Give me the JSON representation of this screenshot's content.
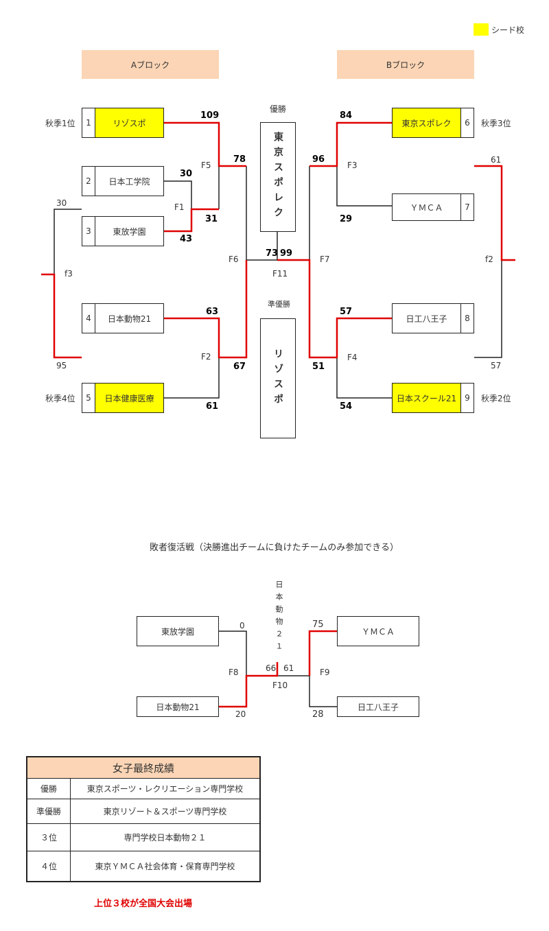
{
  "legend": {
    "seed_label": "シード校",
    "seed_color": "#ffff00"
  },
  "blocks": {
    "a": "Aブロック",
    "b": "Bブロック"
  },
  "center": {
    "winner_caption": "優勝",
    "winner_name": "東京スポレク",
    "runnerup_caption": "準優勝",
    "runnerup_name": "リゾスポ"
  },
  "teams": [
    {
      "no": "1",
      "name": "リゾスポ",
      "seed": true,
      "rank_note": "秋季1位"
    },
    {
      "no": "2",
      "name": "日本工学院",
      "seed": false,
      "rank_note": ""
    },
    {
      "no": "3",
      "name": "東放学園",
      "seed": false,
      "rank_note": ""
    },
    {
      "no": "4",
      "name": "日本動物21",
      "seed": false,
      "rank_note": ""
    },
    {
      "no": "5",
      "name": "日本健康医療",
      "seed": true,
      "rank_note": "秋季4位"
    },
    {
      "no": "6",
      "name": "東京スポレク",
      "seed": true,
      "rank_note": "秋季3位"
    },
    {
      "no": "7",
      "name": "ＹＭＣＡ",
      "seed": false,
      "rank_note": ""
    },
    {
      "no": "8",
      "name": "日工八王子",
      "seed": false,
      "rank_note": ""
    },
    {
      "no": "9",
      "name": "日本スクール21",
      "seed": true,
      "rank_note": "秋季2位"
    }
  ],
  "games": {
    "F1": {
      "label": "F1",
      "top": "30",
      "bottom": "43",
      "win": "31"
    },
    "F2": {
      "label": "F2",
      "top": "63",
      "bottom": "61",
      "win": "67"
    },
    "F3": {
      "label": "F3",
      "top": "84",
      "bottom": "29",
      "win": "96"
    },
    "F4": {
      "label": "F4",
      "top": "57",
      "bottom": "54",
      "win": "51"
    },
    "F5": {
      "label": "F5",
      "top": "109",
      "win": "78"
    },
    "F6": {
      "label": "F6"
    },
    "F7": {
      "label": "F7"
    },
    "F11": {
      "label": "F11",
      "left": "73",
      "right": "99"
    },
    "f2": {
      "label": "f2",
      "top": "61",
      "bottom": "57"
    },
    "f3": {
      "label": "f3",
      "top": "30",
      "bottom": "95"
    }
  },
  "consolation": {
    "title": "敗者復活戦（決勝進出チームに負けたチームのみ参加できる）",
    "winner_vertical": "日本動物２１",
    "left_top": {
      "name": "東放学園",
      "score": "0"
    },
    "left_bottom": {
      "name": "日本動物21",
      "score": "20"
    },
    "right_top": {
      "name": "ＹＭＣＡ",
      "score": "75"
    },
    "right_bottom": {
      "name": "日工八王子",
      "score": "28"
    },
    "F8": {
      "label": "F8"
    },
    "F9": {
      "label": "F9"
    },
    "F10": {
      "label": "F10",
      "left": "66",
      "right": "61"
    }
  },
  "results": {
    "title": "女子最終成績",
    "rows": [
      {
        "rank": "優勝",
        "school": "東京スポーツ・レクリエーション専門学校"
      },
      {
        "rank": "準優勝",
        "school": "東京リゾート＆スポーツ専門学校"
      },
      {
        "rank": "３位",
        "school": "専門学校日本動物２１"
      },
      {
        "rank": "４位",
        "school": "東京ＹＭＣＡ社会体育・保育専門学校"
      }
    ]
  },
  "footer_note": "上位３校が全国大会出場",
  "colors": {
    "win_line": "#e00000",
    "header_fill": "#fbd5b5",
    "note_red": "#e00000"
  }
}
